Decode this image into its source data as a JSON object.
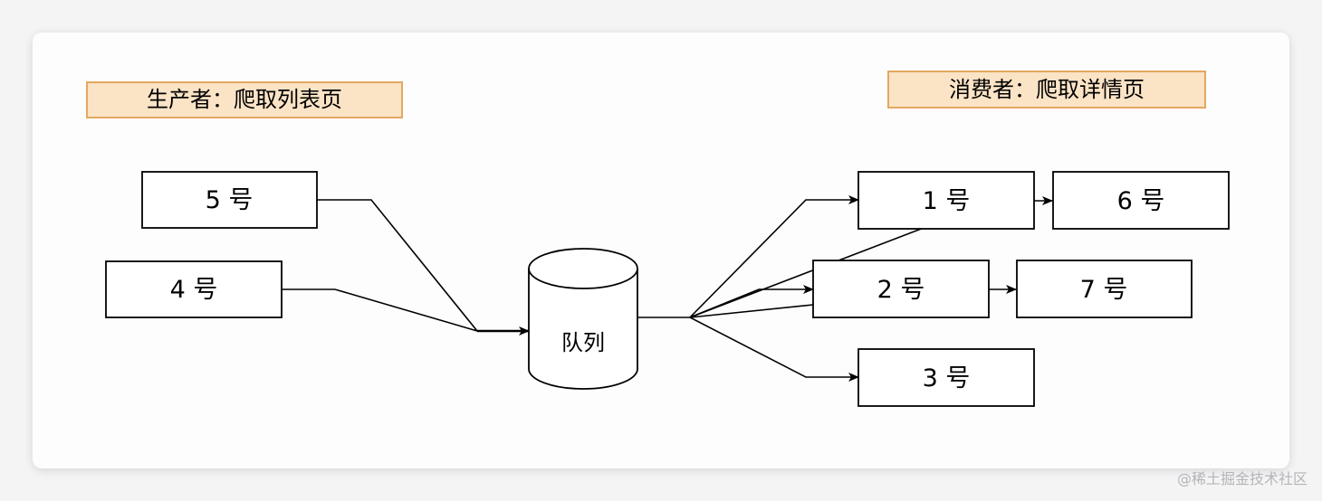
{
  "title_producer": "生产者：爬取列表页",
  "title_consumer": "消费者：爬取详情页",
  "queue_label": "队列",
  "producer_items": [
    "5 号",
    "4 号"
  ],
  "consumer_items": [
    "1 号",
    "2 号",
    "3 号"
  ],
  "followup_items": [
    "6 号",
    "7 号"
  ],
  "watermark": "@稀土掘金技术社区",
  "colors": {
    "title_fill": "#fbe3c6",
    "title_stroke": "#e3a860",
    "box_stroke": "#000000",
    "box_fill": "#ffffff"
  }
}
